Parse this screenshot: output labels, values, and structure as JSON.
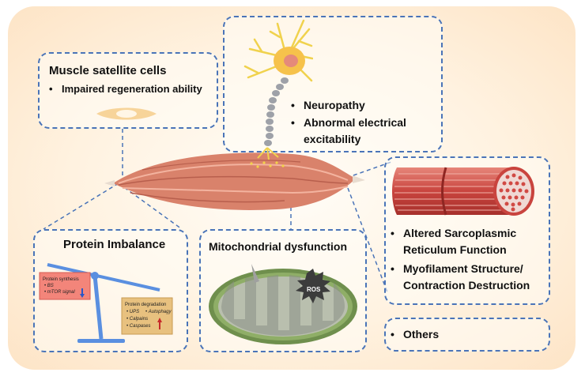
{
  "satellite": {
    "title": "Muscle satellite cells",
    "item": "Impaired regeneration ability"
  },
  "neuron": {
    "items": [
      "Neuropathy",
      "Abnormal electrical",
      "excitability"
    ]
  },
  "sarcoplasmic": {
    "items": [
      "Altered Sarcoplasmic",
      "Reticulum Function",
      "Myofilament Structure/",
      "Contraction Destruction"
    ]
  },
  "protein": {
    "title": "Protein Imbalance",
    "synthesis_title": "Protein synthesis",
    "synthesis_items": [
      "BS",
      "mTOR signal"
    ],
    "degradation_title": "Protein degradation",
    "degradation_items": [
      "UPS",
      "Autophagy",
      "Calpains",
      "Caspases"
    ]
  },
  "mito": {
    "title": "Mitochondrial dysfunction",
    "ros": "ROS"
  },
  "others": {
    "item": "Others"
  },
  "colors": {
    "dashed_border": "#4a74b8",
    "muscle": "#d9826b",
    "background": "#fde4c6"
  }
}
